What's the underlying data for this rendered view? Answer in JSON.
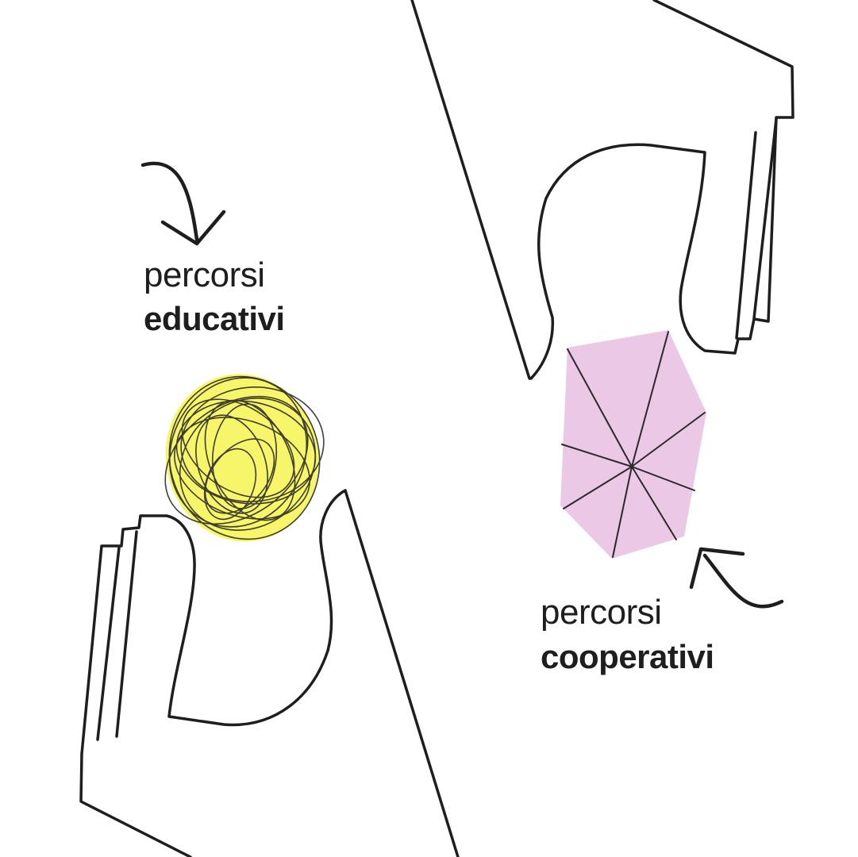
{
  "labels": {
    "educational": {
      "line1": "percorsi",
      "line2": "educativi"
    },
    "cooperative": {
      "line1": "percorsi",
      "line2": "cooperativi"
    }
  },
  "colors": {
    "background": "#ffffff",
    "ink": "#1e1e1e",
    "ball_fill": "#f7f56a",
    "gem_fill": "#ebc8e6"
  },
  "icons": [
    "hand-bottom-left-icon",
    "hand-top-right-icon",
    "yarn-ball-icon",
    "faceted-gem-icon",
    "curved-arrow-icon"
  ]
}
